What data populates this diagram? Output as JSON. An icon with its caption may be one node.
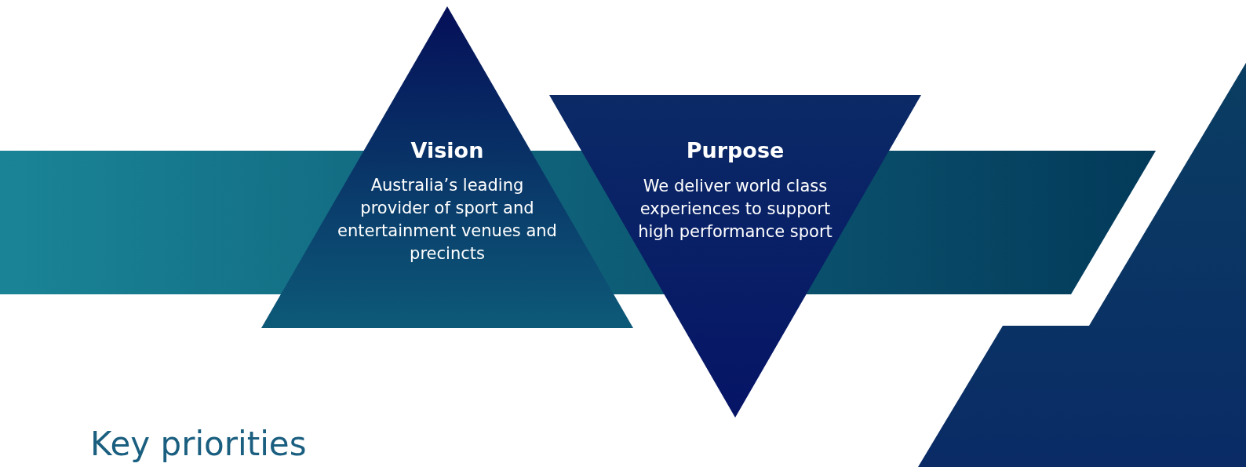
{
  "diagram": {
    "nodes": [
      {
        "text": [
          "Vision",
          "Australia’s leading provider of sport and entertainment venues and precincts"
        ]
      },
      {
        "text": [
          "Purpose",
          "We deliver world class experiences to support high performance sport"
        ]
      }
    ],
    "labels": [
      "Key priorities"
    ]
  }
}
